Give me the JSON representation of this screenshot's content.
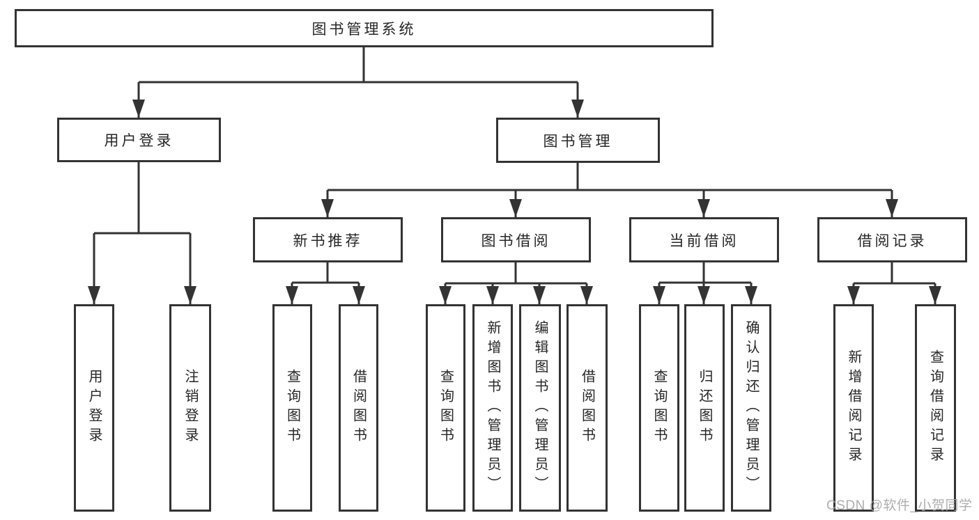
{
  "diagram_type": "hierarchy-tree",
  "tree": {
    "root": "图书管理系统",
    "branches": [
      {
        "label": "用户登录",
        "leaves": [
          "用户登录",
          "注销登录"
        ]
      },
      {
        "label": "图书管理",
        "children": [
          {
            "label": "新书推荐",
            "leaves": [
              "查询图书",
              "借阅图书"
            ]
          },
          {
            "label": "图书借阅",
            "leaves": [
              "查询图书",
              "新增图书（管理员）",
              "编辑图书（管理员）",
              "借阅图书"
            ]
          },
          {
            "label": "当前借阅",
            "leaves": [
              "查询图书",
              "归还图书",
              "确认归还（管理员）"
            ]
          },
          {
            "label": "借阅记录",
            "leaves": [
              "新增借阅记录",
              "查询借阅记录"
            ]
          }
        ]
      }
    ]
  },
  "watermark": "CSDN @软件_小贺同学",
  "colors": {
    "line": "#333333",
    "box_border": "#333333",
    "box_background": "#ffffff",
    "text": "#262626",
    "watermark": "#a5a5a5",
    "page_background": "#ffffff"
  }
}
